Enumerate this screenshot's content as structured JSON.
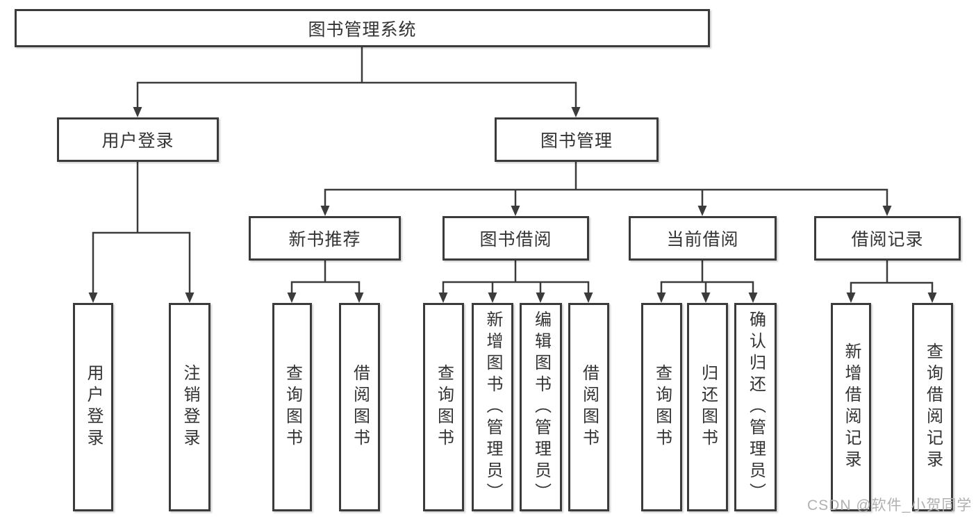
{
  "tree": {
    "label": "图书管理系统",
    "children": [
      {
        "label": "用户登录",
        "children": [
          {
            "label": "用户登录"
          },
          {
            "label": "注销登录"
          }
        ]
      },
      {
        "label": "图书管理",
        "children": [
          {
            "label": "新书推荐",
            "children": [
              {
                "label": "查询图书"
              },
              {
                "label": "借阅图书"
              }
            ]
          },
          {
            "label": "图书借阅",
            "children": [
              {
                "label": "查询图书"
              },
              {
                "label": "新增图书（管理员）"
              },
              {
                "label": "编辑图书（管理员）"
              },
              {
                "label": "借阅图书"
              }
            ]
          },
          {
            "label": "当前借阅",
            "children": [
              {
                "label": "查询图书"
              },
              {
                "label": "归还图书"
              },
              {
                "label": "确认归还（管理员）"
              }
            ]
          },
          {
            "label": "借阅记录",
            "children": [
              {
                "label": "新增借阅记录"
              },
              {
                "label": "查询借阅记录"
              }
            ]
          }
        ]
      }
    ]
  },
  "watermark": {
    "text": "CSDN @软件_小贺同学"
  },
  "colors": {
    "line": "#3b3b3b",
    "box_border": "#3b3b3b",
    "box_background": "#ffffff",
    "text": "#333333",
    "watermark": "#b0b0b0",
    "page_background": "#ffffff"
  }
}
